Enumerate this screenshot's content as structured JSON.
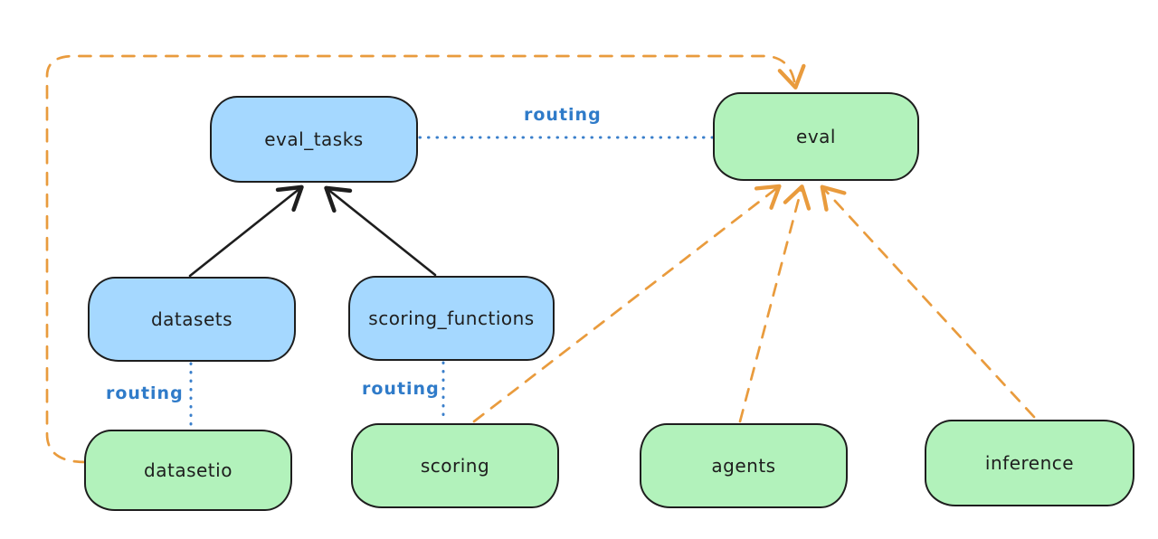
{
  "diagram": {
    "background": "#ffffff",
    "colors": {
      "blue_node_fill": "#a5d8ff",
      "green_node_fill": "#b2f2bb",
      "node_stroke": "#1e1e1e",
      "orange_arrow": "#e99b3d",
      "blue_routing": "#2f7bc9"
    },
    "nodes": [
      {
        "id": "eval_tasks",
        "label": "eval_tasks",
        "color": "blue"
      },
      {
        "id": "eval",
        "label": "eval",
        "color": "green"
      },
      {
        "id": "datasets",
        "label": "datasets",
        "color": "blue"
      },
      {
        "id": "scoring_functions",
        "label": "scoring_functions",
        "color": "blue"
      },
      {
        "id": "datasetio",
        "label": "datasetio",
        "color": "green"
      },
      {
        "id": "scoring",
        "label": "scoring",
        "color": "green"
      },
      {
        "id": "agents",
        "label": "agents",
        "color": "green"
      },
      {
        "id": "inference",
        "label": "inference",
        "color": "green"
      }
    ],
    "edges": [
      {
        "from": "datasets",
        "to": "eval_tasks",
        "style": "solid-black-arrow",
        "label": ""
      },
      {
        "from": "scoring_functions",
        "to": "eval_tasks",
        "style": "solid-black-arrow",
        "label": ""
      },
      {
        "from": "eval_tasks",
        "to": "eval",
        "style": "dotted-blue",
        "label": "routing"
      },
      {
        "from": "datasets",
        "to": "datasetio",
        "style": "dotted-blue",
        "label": "routing"
      },
      {
        "from": "scoring_functions",
        "to": "scoring",
        "style": "dotted-blue",
        "label": "routing"
      },
      {
        "from": "datasetio",
        "to": "eval",
        "style": "dashed-orange-arrow",
        "label": ""
      },
      {
        "from": "scoring",
        "to": "eval",
        "style": "dashed-orange-arrow",
        "label": ""
      },
      {
        "from": "agents",
        "to": "eval",
        "style": "dashed-orange-arrow",
        "label": ""
      },
      {
        "from": "inference",
        "to": "eval",
        "style": "dashed-orange-arrow",
        "label": ""
      }
    ]
  }
}
